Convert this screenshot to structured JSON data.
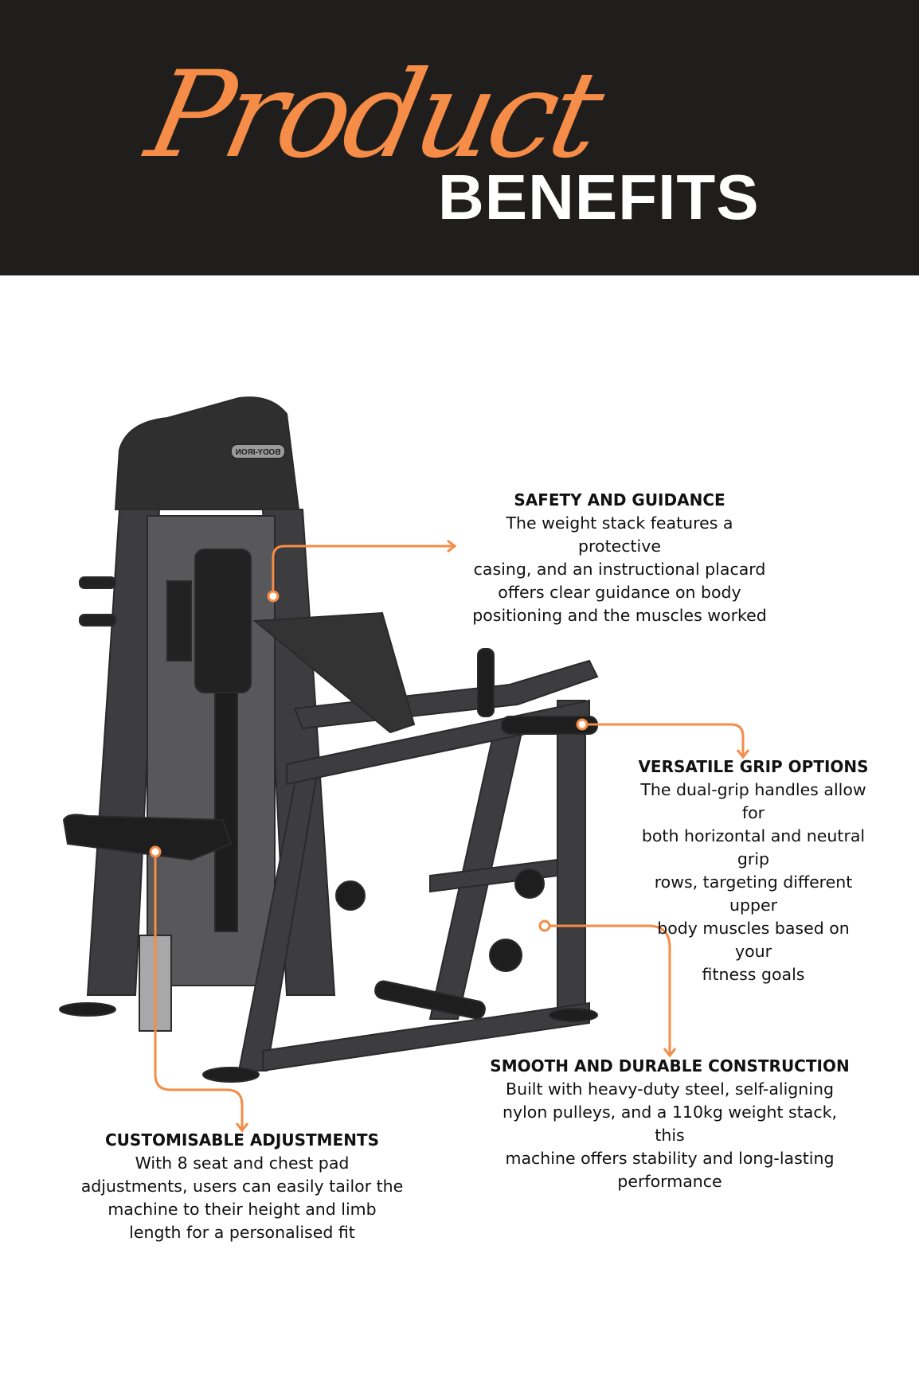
{
  "header": {
    "script_title": "Product",
    "title": "BENEFITS"
  },
  "machine": {
    "brand_label": "BODY-IRON"
  },
  "colors": {
    "accent": "#f58c47",
    "header_bg": "#201e1c",
    "frame": "#3d3d3f"
  },
  "benefits": [
    {
      "title": "SAFETY AND GUIDANCE",
      "lines": [
        "The weight stack features a protective",
        "casing, and an instructional placard",
        "offers clear guidance on body",
        "positioning and the muscles worked"
      ]
    },
    {
      "title": "VERSATILE GRIP OPTIONS",
      "lines": [
        "The dual-grip handles allow for",
        "both horizontal and neutral grip",
        "rows, targeting different upper",
        "body muscles based on your",
        "fitness goals"
      ]
    },
    {
      "title": "SMOOTH AND DURABLE CONSTRUCTION",
      "lines": [
        "Built with heavy-duty steel, self-aligning",
        "nylon pulleys, and a 110kg weight stack, this",
        "machine offers stability and long-lasting",
        "performance"
      ]
    },
    {
      "title": "CUSTOMISABLE ADJUSTMENTS",
      "lines": [
        "With 8 seat and chest pad",
        "adjustments, users can easily tailor the",
        "machine to their height and limb",
        "length for a personalised fit"
      ]
    }
  ]
}
